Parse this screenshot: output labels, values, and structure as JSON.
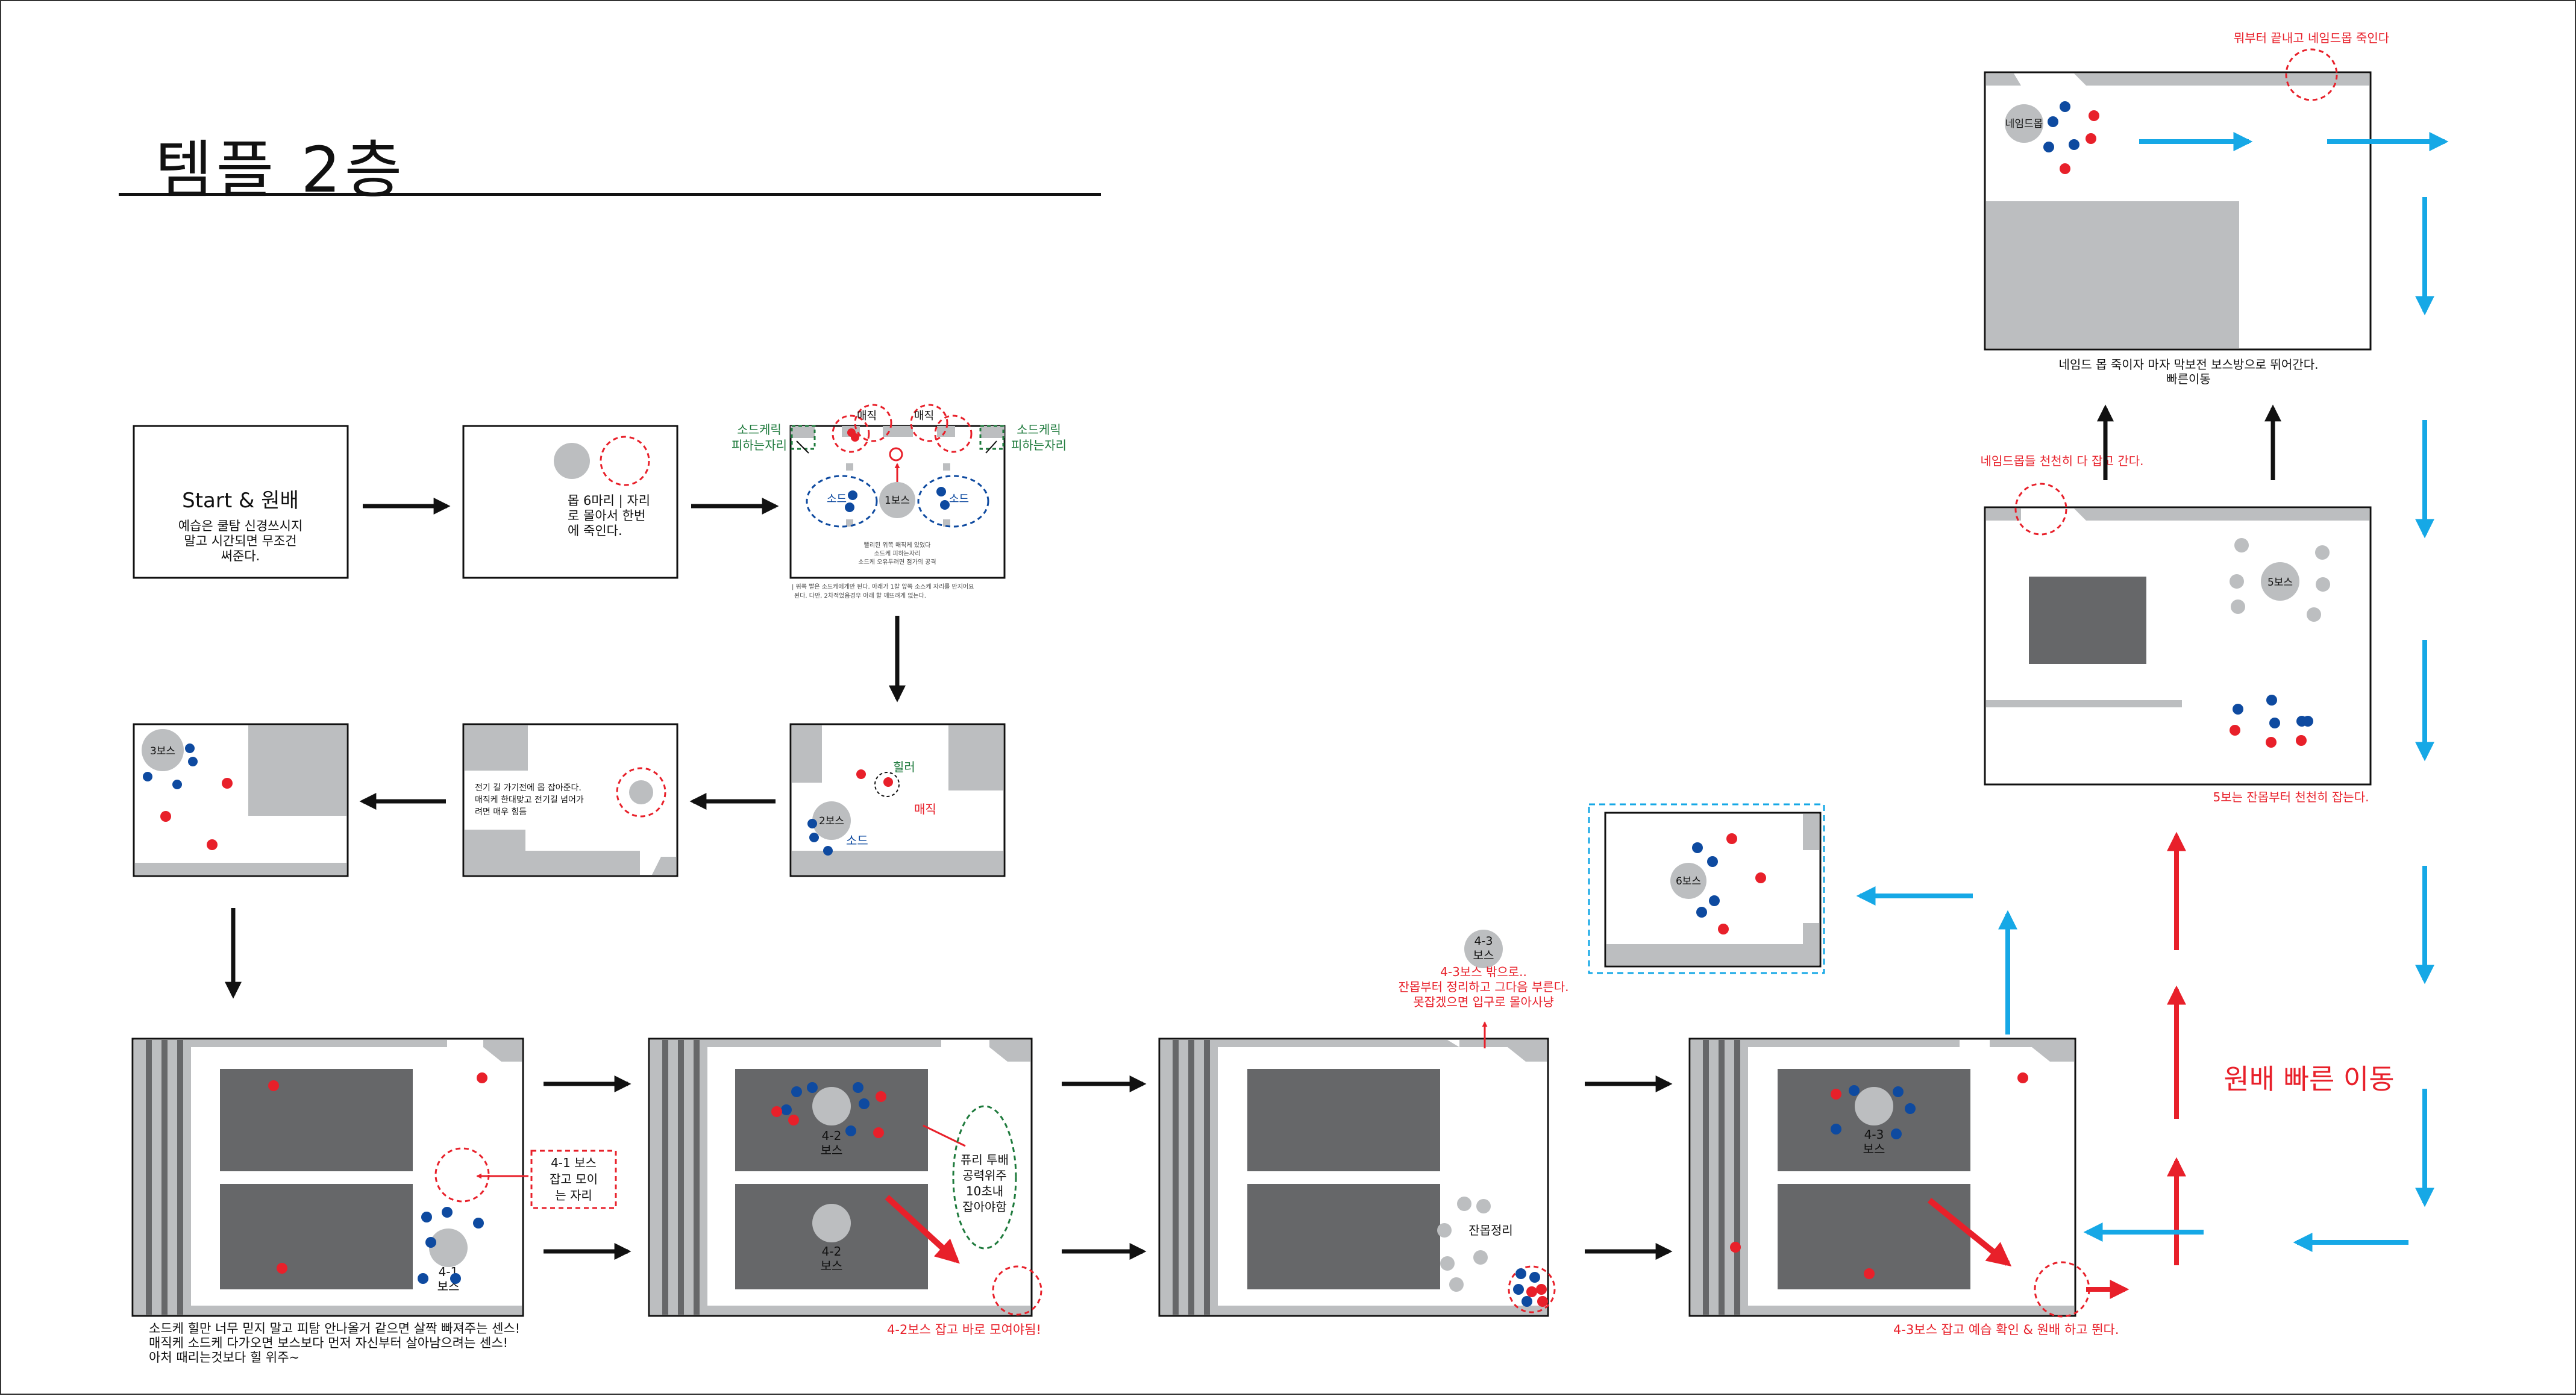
{
  "page": {
    "title": "템플 2층"
  },
  "steps": {
    "start": {
      "heading": "Start & 원배",
      "body": "예습은 쿨탐 신경쓰시지\n말고 시간되면 무조건\n써준다."
    },
    "gather": {
      "body": "몹 6마리 | 자리\n로 몰아서 한번\n에 죽인다."
    },
    "boss1": {
      "magic_top_left": "매직",
      "magic_top_right": "매직",
      "sword_left": "소드",
      "sword_right": "소드",
      "boss": "1보스",
      "avoid_left": "소드케릭\n피하는자리",
      "avoid_right": "소드케릭\n피하는자리",
      "center_note": "빨리된 위쪽 매직케 있었다\n소드케 피하는자리\n소드케 오유두려면 점가의 공격",
      "bottom_note": "| 위쪽 빨은 소드케에게만 된다. 아래가 1칼 앞쪽 소스케 자리를 만지어요\n  된다. 다만, 2차적었음경우 아래 할 깨뜨려게 없는다."
    },
    "boss2": {
      "boss": "2보스",
      "healer": "힐러",
      "magic": "매직",
      "sword": "소드"
    },
    "passage": {
      "body": "전기 길 가기전에 몹 잡아준다.\n매직케 한대맞고 전기길 넘어가\n려면 매우 힘듬"
    },
    "boss3": {
      "boss": "3보스"
    },
    "room41": {
      "boss": "4-1\n보스",
      "spot_label": "4-1 보스\n잡고 모이\n는 자리",
      "caption": "소드케 힐만 너무 믿지 말고 피탐 안나올거 같으면 살짝 빠져주는 센스!\n매직케 소드케 다가오면 보스보다 먼저 자신부터 살아남으려는 센스!\n아처 때리는것보다 힐 위주~"
    },
    "room42": {
      "boss_top": "4-2\n보스",
      "boss_bottom": "4-2\n보스",
      "focus_note": "퓨리 투배\n공력위주\n10초내\n잡아야함",
      "caption": "4-2보스 잡고 바로 모여야됨!"
    },
    "room43a": {
      "mob_cleanup": "잔몹정리",
      "boss_outside": "4-3\n보스",
      "note": "4-3보스 밖으로..\n잔몹부터 정리하고 그다음 부른다.\n못잡겠으면 입구로 몰아사냥"
    },
    "room43b": {
      "boss": "4-3\n보스",
      "caption": "4-3보스 잡고 예습 확인 & 원배 하고 뛴다."
    },
    "boss6": {
      "boss": "6보스"
    },
    "boss5": {
      "boss": "5보스",
      "caption": "5보는 잔몹부터 천천히 잡는다.",
      "naming_note": "네임드몹들 천천히 다 잡고 간다."
    },
    "named": {
      "mob": "네임드몹",
      "top_note": "뭐부터 끝내고 네임드몹 죽인다",
      "caption": "네임드 몹 죽이자 마자 막보전 보스방으로 뛰어간다.\n빠른이동"
    },
    "fast_move": "원배 빠른 이동"
  },
  "colors": {
    "magic_red": "#e8202a",
    "sword_blue": "#0e4aa0",
    "route_cyan": "#16a8e6",
    "note_green": "#1e7a3c",
    "wall_gray": "#bcbec0",
    "pit_dark": "#666769",
    "boss_gray": "#bcbec0",
    "frame": "#111111"
  }
}
